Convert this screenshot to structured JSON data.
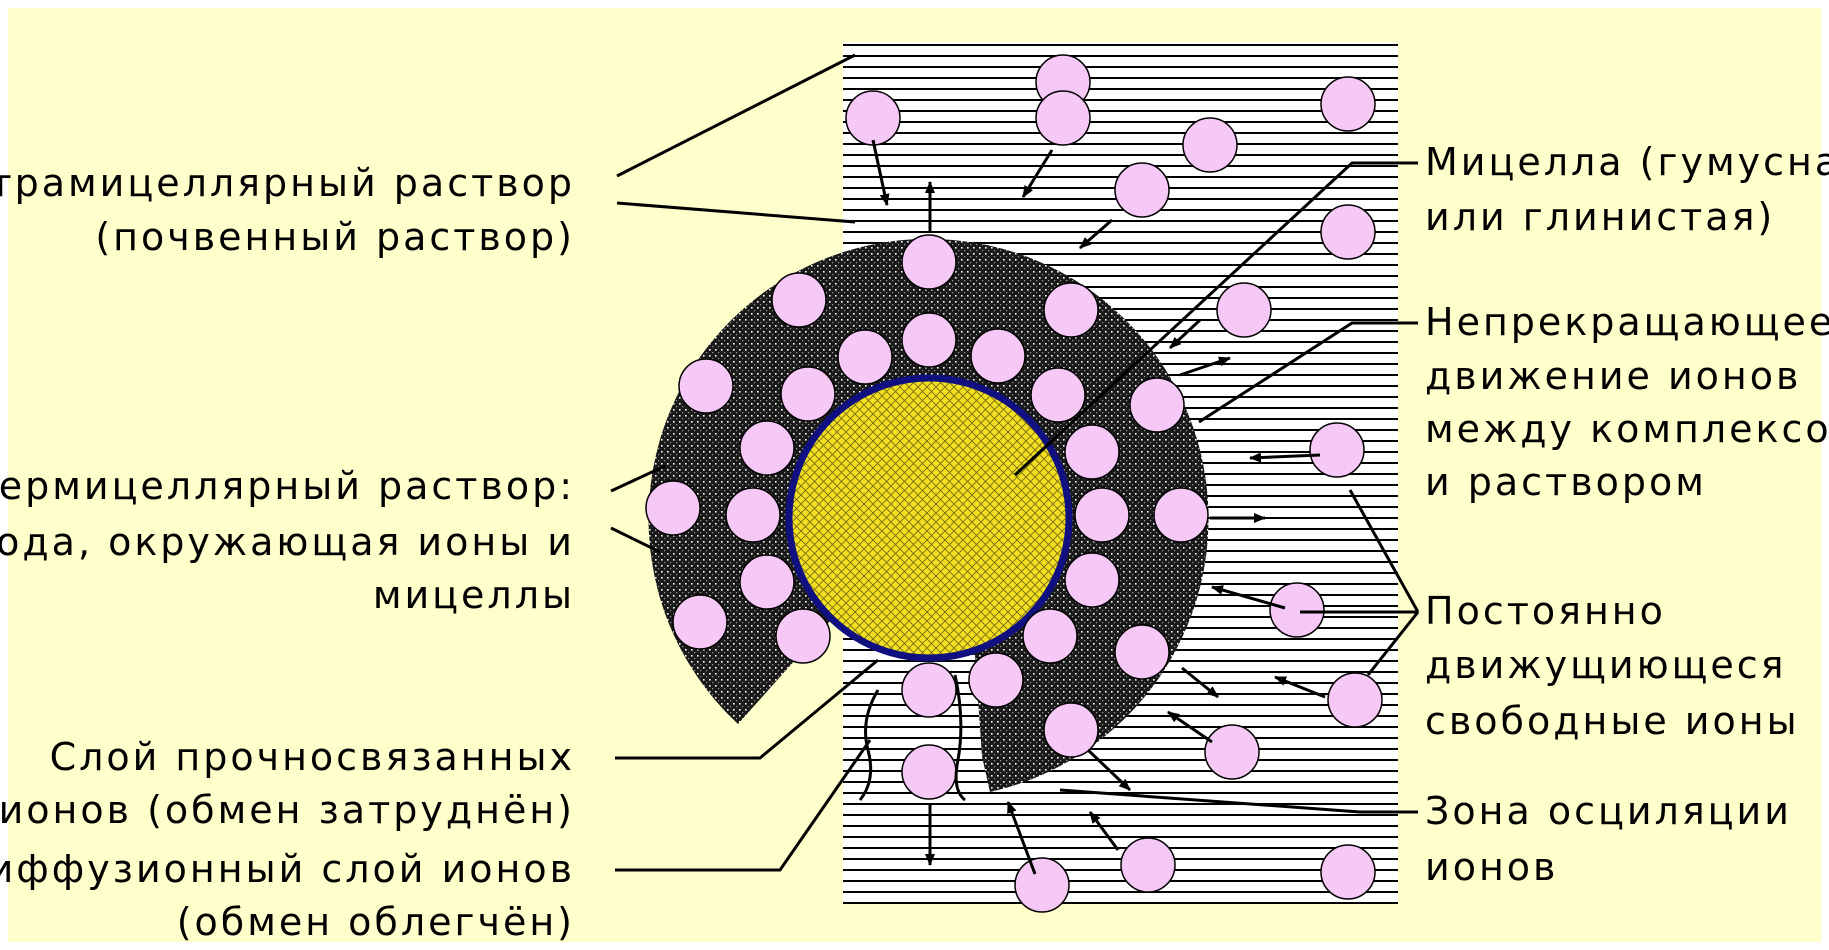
{
  "colors": {
    "background": "#ffffcc",
    "ion_fill": "#f6c8f6",
    "core_fill": "#f0e020",
    "core_outline": "#101080",
    "shell_fill": "#1a1a1a"
  },
  "labels": {
    "intramicellar_1": "Интрамицеллярный раствор",
    "intramicellar_2": "(почвенный раствор)",
    "intermicellar_1": "Интермицеллярный раствор:",
    "intermicellar_2": "вода, окружающая ионы и",
    "intermicellar_3": "мицеллы",
    "strong_layer_1": "Слой прочносвязанных",
    "strong_layer_2": "ионов (обмен затруднён)",
    "diffuse_layer_1": "Диффузионный слой ионов",
    "diffuse_layer_2": "(обмен облегчён)",
    "micelle_1": "Мицелла (гумусная",
    "micelle_2": "или глинистая)",
    "movement_1": "Непрекращающееся",
    "movement_2": "движение ионов",
    "movement_3": "между комплексом",
    "movement_4": "и раствором",
    "free_ions_1": "Постоянно",
    "free_ions_2": "движущиющеся",
    "free_ions_3": "свободные ионы",
    "oscillation_1": "Зона осциляции",
    "oscillation_2": "ионов"
  }
}
